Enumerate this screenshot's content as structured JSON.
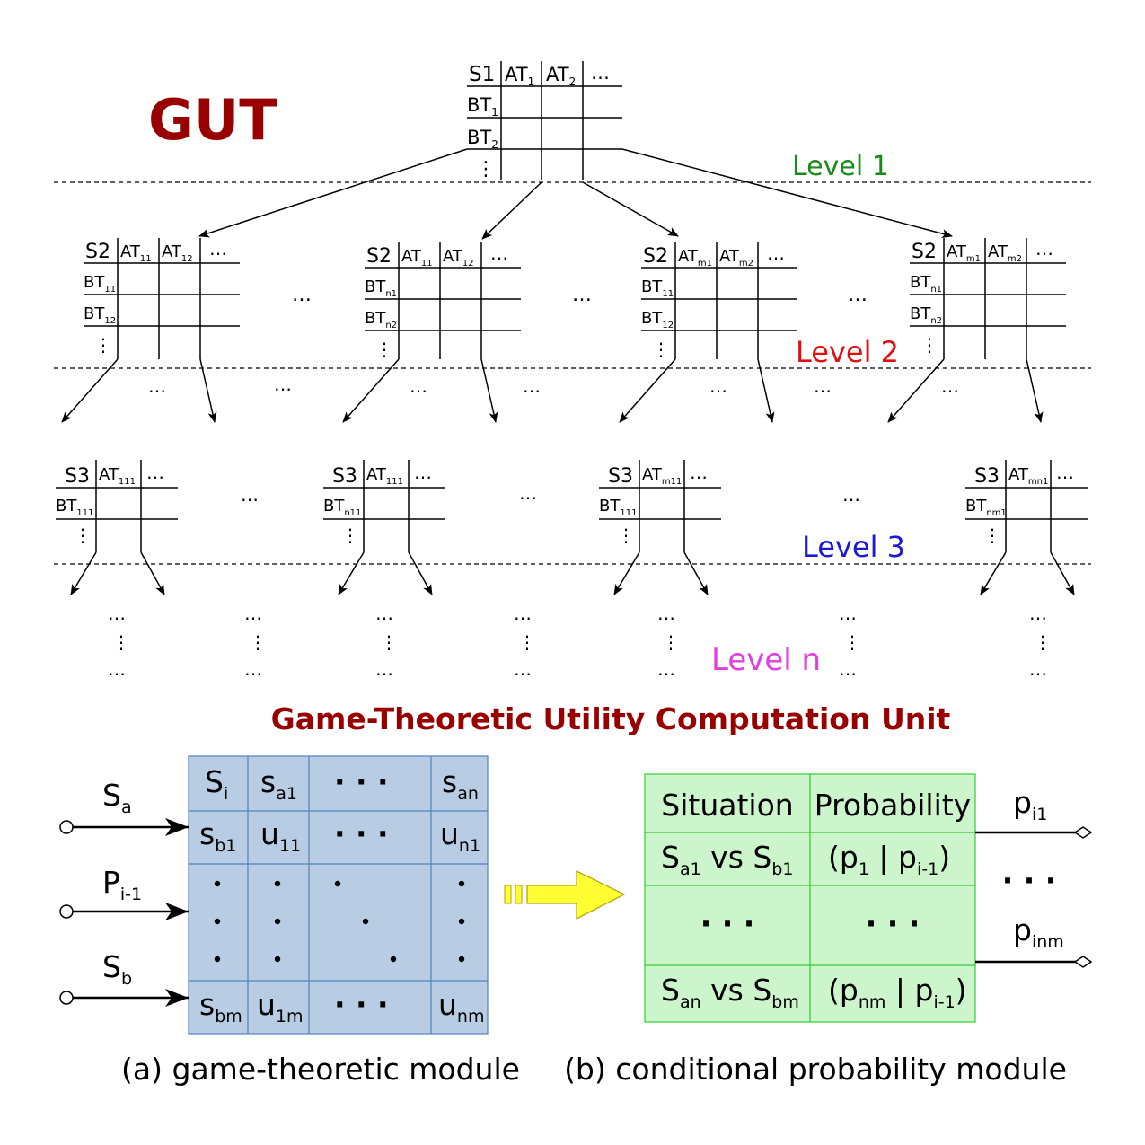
{
  "title": "GUT",
  "levels": [
    "Level 1",
    "Level 2",
    "Level 3",
    "Level n"
  ],
  "level_colors": [
    "#1a8a1a",
    "#e01010",
    "#1a1ad0",
    "#e040e0"
  ],
  "title_color": "#990000",
  "tree": {
    "level1": {
      "s": "S1",
      "cols": [
        [
          "AT",
          "1"
        ],
        [
          "AT",
          "2"
        ]
      ],
      "rows": [
        [
          "BT",
          "1"
        ],
        [
          "BT",
          "2"
        ]
      ]
    },
    "level2": [
      {
        "s": "S2",
        "cols": [
          [
            "AT",
            "11"
          ],
          [
            "AT",
            "12"
          ]
        ],
        "rows": [
          [
            "BT",
            "11"
          ],
          [
            "BT",
            "12"
          ]
        ]
      },
      {
        "s": "S2",
        "cols": [
          [
            "AT",
            "11"
          ],
          [
            "AT",
            "12"
          ]
        ],
        "rows": [
          [
            "BT",
            "n1"
          ],
          [
            "BT",
            "n2"
          ]
        ]
      },
      {
        "s": "S2",
        "cols": [
          [
            "AT",
            "m1"
          ],
          [
            "AT",
            "m2"
          ]
        ],
        "rows": [
          [
            "BT",
            "11"
          ],
          [
            "BT",
            "12"
          ]
        ]
      },
      {
        "s": "S2",
        "cols": [
          [
            "AT",
            "m1"
          ],
          [
            "AT",
            "m2"
          ]
        ],
        "rows": [
          [
            "BT",
            "n1"
          ],
          [
            "BT",
            "n2"
          ]
        ]
      }
    ],
    "level3": [
      {
        "s": "S3",
        "col": [
          "AT",
          "111"
        ],
        "row": [
          "BT",
          "111"
        ]
      },
      {
        "s": "S3",
        "col": [
          "AT",
          "111"
        ],
        "row": [
          "BT",
          "n11"
        ]
      },
      {
        "s": "S3",
        "col": [
          "AT",
          "m11"
        ],
        "row": [
          "BT",
          "111"
        ]
      },
      {
        "s": "S3",
        "col": [
          "AT",
          "mn1"
        ],
        "row": [
          "BT",
          "nm1"
        ]
      }
    ],
    "ellipsis": "…",
    "vdots": "⋮"
  },
  "unit_title": "Game-Theoretic Utility Computation Unit",
  "module_a": {
    "caption": "(a) game-theoretic module",
    "fill": "#b8cce4",
    "inputs": [
      [
        "S",
        "a"
      ],
      [
        "P",
        "i-1"
      ],
      [
        "S",
        "b"
      ]
    ],
    "header": [
      [
        "S",
        "i"
      ],
      [
        "s",
        "a1"
      ],
      [
        "· · ·",
        ""
      ],
      [
        "s",
        "an"
      ]
    ],
    "row1": [
      [
        "s",
        "b1"
      ],
      [
        "u",
        "11"
      ],
      [
        "· · ·",
        ""
      ],
      [
        "u",
        "n1"
      ]
    ],
    "last": [
      [
        "s",
        "bm"
      ],
      [
        "u",
        "1m"
      ],
      [
        "· · ·",
        ""
      ],
      [
        "u",
        "nm"
      ]
    ]
  },
  "module_b": {
    "caption": "(b) conditional probability module",
    "fill": "#ccf5cc",
    "headers": [
      "Situation",
      "Probability"
    ],
    "rows": [
      {
        "sit": [
          [
            "S",
            "a1"
          ],
          [
            " vs S",
            "b1"
          ]
        ],
        "prob": [
          [
            "(p",
            "1"
          ],
          [
            " | p",
            "i-1"
          ],
          [
            ")",
            ""
          ]
        ]
      },
      {
        "sit": [
          [
            "· · ·",
            ""
          ]
        ],
        "prob": [
          [
            "· · ·",
            ""
          ]
        ]
      },
      {
        "sit": [
          [
            "S",
            "an"
          ],
          [
            " vs S",
            "bm"
          ]
        ],
        "prob": [
          [
            "(p",
            "nm"
          ],
          [
            " | p",
            "i-1"
          ],
          [
            ")",
            ""
          ]
        ]
      }
    ],
    "outputs": [
      [
        "p",
        "i1"
      ],
      [
        "p",
        "inm"
      ]
    ],
    "out_dots": "· · ·"
  }
}
